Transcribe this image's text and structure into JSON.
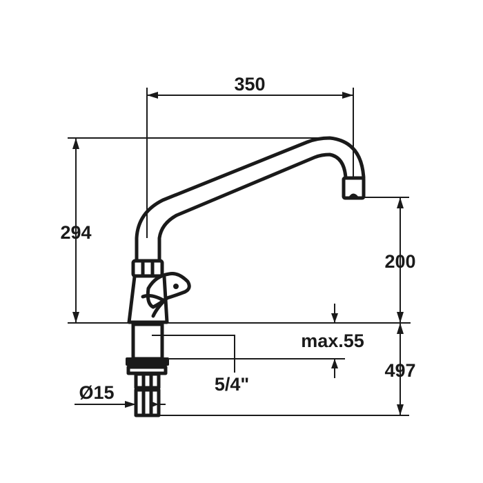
{
  "dimensions": {
    "spout_reach": "350",
    "total_height_above_counter": "294",
    "outlet_height": "200",
    "max_counter_thickness": "max.55",
    "overall_height": "497",
    "thread_size": "5/4\"",
    "connection_diameter": "Ø15"
  },
  "colors": {
    "line": "#1a1a1a",
    "background": "#ffffff"
  }
}
